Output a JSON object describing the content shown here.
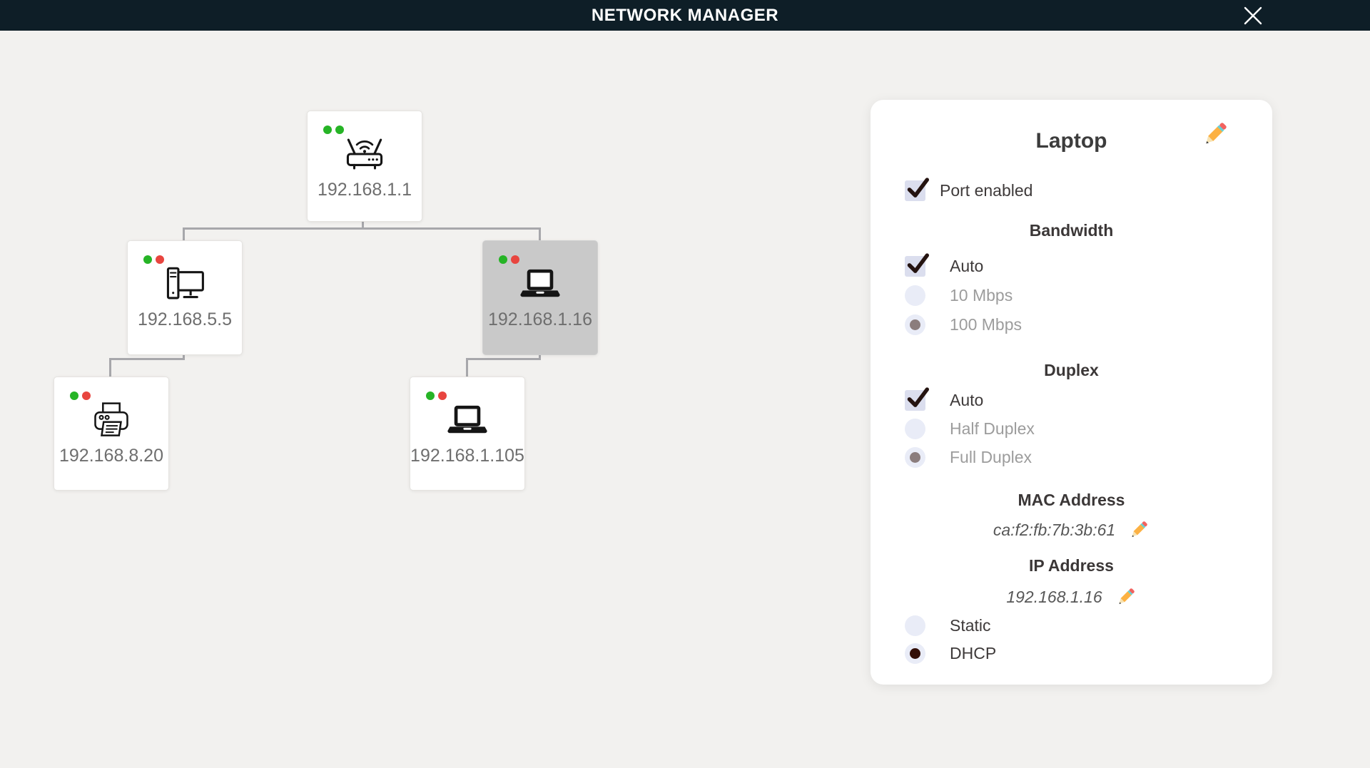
{
  "header": {
    "title": "NETWORK MANAGER"
  },
  "topology": {
    "nodes": [
      {
        "device": "router",
        "ip": "192.168.1.1",
        "status": [
          "green",
          "green"
        ],
        "selected": false
      },
      {
        "device": "desktop",
        "ip": "192.168.5.5",
        "status": [
          "green",
          "red"
        ],
        "selected": false
      },
      {
        "device": "laptop",
        "ip": "192.168.1.16",
        "status": [
          "green",
          "red"
        ],
        "selected": true
      },
      {
        "device": "printer",
        "ip": "192.168.8.20",
        "status": [
          "green",
          "red"
        ],
        "selected": false
      },
      {
        "device": "laptop",
        "ip": "192.168.1.105",
        "status": [
          "green",
          "red"
        ],
        "selected": false
      }
    ]
  },
  "panel": {
    "title": "Laptop",
    "port_row": {
      "label": "Port enabled",
      "control": "checkbox",
      "state": "checked"
    },
    "bandwidth": {
      "heading": "Bandwidth",
      "options": [
        {
          "label": "Auto",
          "control": "checkbox",
          "state": "checked"
        },
        {
          "label": "10 Mbps",
          "control": "radio",
          "state": "unchecked",
          "disabled": true
        },
        {
          "label": "100 Mbps",
          "control": "radio",
          "state": "selected",
          "disabled": true,
          "dot_color": "#8b7d7d"
        }
      ]
    },
    "duplex": {
      "heading": "Duplex",
      "options": [
        {
          "label": "Auto",
          "control": "checkbox",
          "state": "checked"
        },
        {
          "label": "Half Duplex",
          "control": "radio",
          "state": "unchecked",
          "disabled": true
        },
        {
          "label": "Full Duplex",
          "control": "radio",
          "state": "selected",
          "disabled": true,
          "dot_color": "#8b7d7d"
        }
      ]
    },
    "mac": {
      "heading": "MAC Address",
      "value": "ca:f2:fb:7b:3b:61"
    },
    "ip": {
      "heading": "IP Address",
      "value": "192.168.1.16"
    },
    "addressing": [
      {
        "label": "Static",
        "control": "radio",
        "state": "unchecked"
      },
      {
        "label": "DHCP",
        "control": "radio",
        "state": "selected",
        "dot_color": "#330f08"
      }
    ]
  },
  "colors": {
    "status_green": "#26b426",
    "status_red": "#e8453f",
    "header_bg": "#0e1e27",
    "selected_node": "#c9c9c9",
    "connector": "#a7a7ab",
    "pencil_accent": "#fcb143"
  }
}
